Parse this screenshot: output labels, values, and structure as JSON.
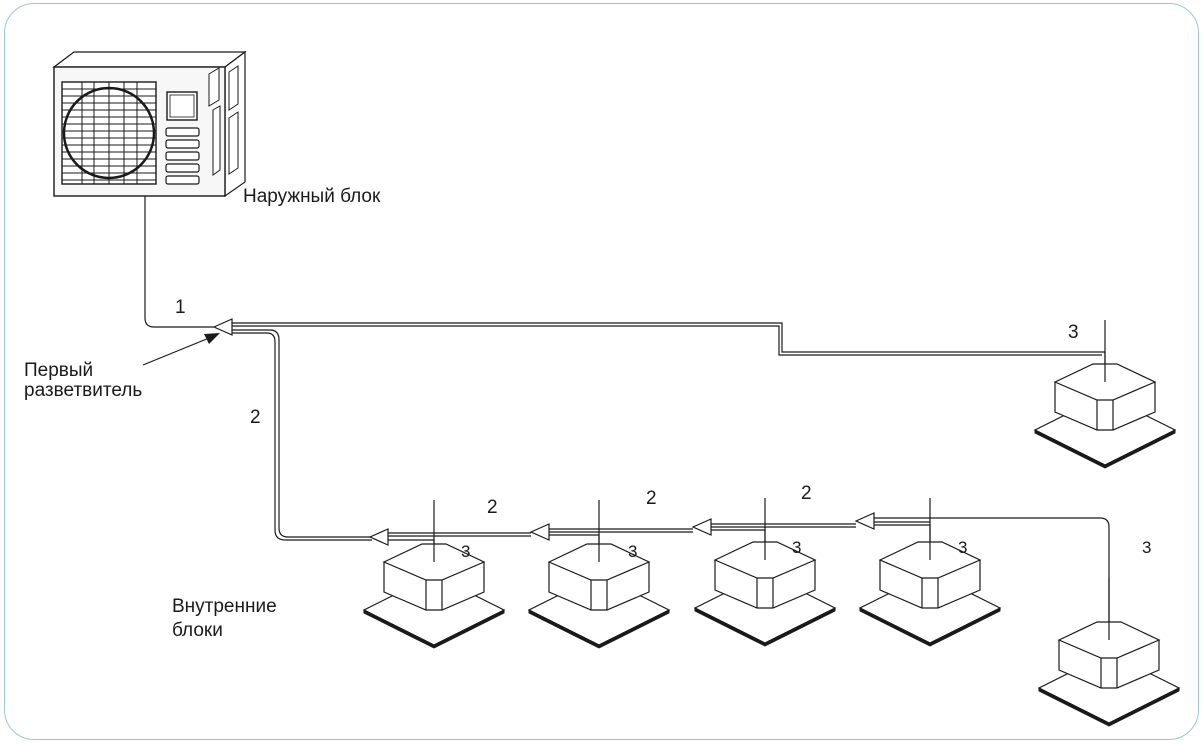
{
  "labels": {
    "outdoor_unit": "Наружный блок",
    "first_branch_line1": "Первый",
    "first_branch_line2": "разветвитель",
    "indoor_units_line1": "Внутренние",
    "indoor_units_line2": "блоки"
  },
  "pipe_numbers": {
    "main": "1",
    "branch_vertical": "2",
    "branch_a": "2",
    "branch_b": "2",
    "branch_c": "2",
    "unit_top_right": "3",
    "unit_1": "3",
    "unit_2": "3",
    "unit_3": "3",
    "unit_4": "3",
    "unit_5": "3"
  },
  "colors": {
    "frame": "#9fc4d8",
    "line": "#1a1a1a",
    "outdoor_unit_face": "#f7f7f7",
    "indoor_unit_fill": "#ffffff"
  },
  "icons": [
    "outdoor-unit-icon",
    "indoor-cassette-unit-icon",
    "branch-joint-icon",
    "pointer-arrow-icon"
  ]
}
